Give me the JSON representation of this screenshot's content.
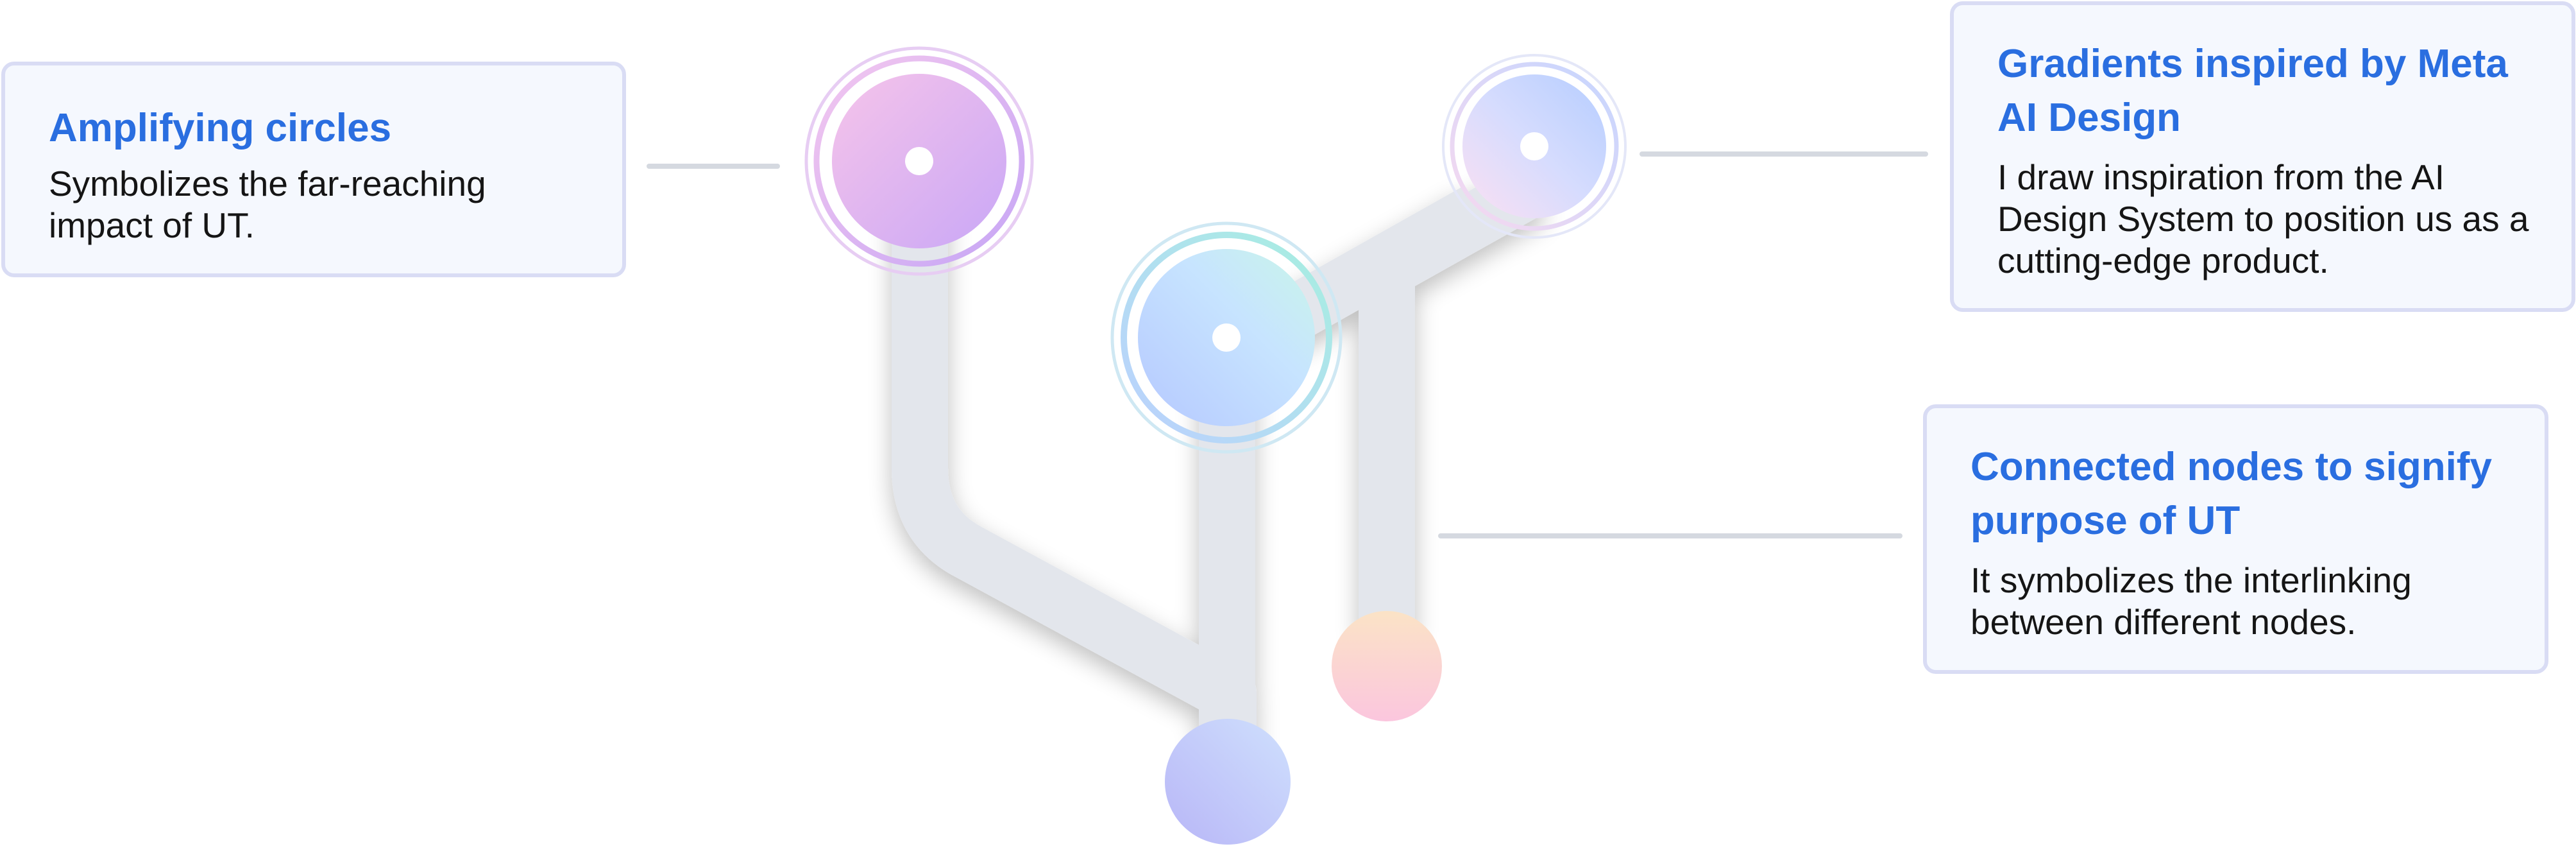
{
  "cards": {
    "amplifying": {
      "title": "Amplifying circles",
      "body": "Symbolizes the far-reaching impact of UT."
    },
    "gradients": {
      "title": "Gradients inspired by Meta AI Design",
      "body": "I draw inspiration from the AI Design System to position us as a cutting-edge product."
    },
    "connected": {
      "title": "Connected nodes to signify purpose of UT",
      "body": "It symbolizes the interlinking between different nodes."
    }
  },
  "colors": {
    "title_blue": "#2a6ee0",
    "card_border": "#d9dcf4",
    "card_fill": "#f5f8fe",
    "track_gray": "#e3e6ec",
    "connector_gray": "#d5d9e0"
  },
  "icons": [
    "amplifying-circle-node",
    "gradient-circle-node",
    "teal-circle-node",
    "peach-end-node",
    "lavender-end-node"
  ]
}
